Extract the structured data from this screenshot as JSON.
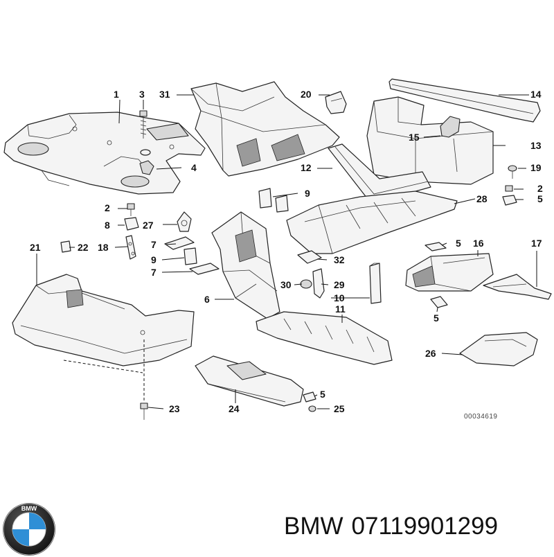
{
  "diagram": {
    "callouts": [
      "1",
      "3",
      "31",
      "20",
      "14",
      "15",
      "13",
      "4",
      "12",
      "19",
      "2",
      "5",
      "9",
      "28",
      "2",
      "8",
      "27",
      "21",
      "22",
      "18",
      "7",
      "9",
      "7",
      "32",
      "16",
      "5",
      "17",
      "6",
      "30",
      "29",
      "10",
      "11",
      "5",
      "26",
      "23",
      "24",
      "5",
      "25"
    ],
    "drawing_number": "00034619"
  },
  "footer": {
    "brand": "BMW",
    "part_number": "07119901299"
  },
  "logo": {
    "name": "bmw-roundel",
    "colors": {
      "ring": "#111111",
      "blue": "#2f8fd6",
      "white": "#ffffff"
    }
  }
}
